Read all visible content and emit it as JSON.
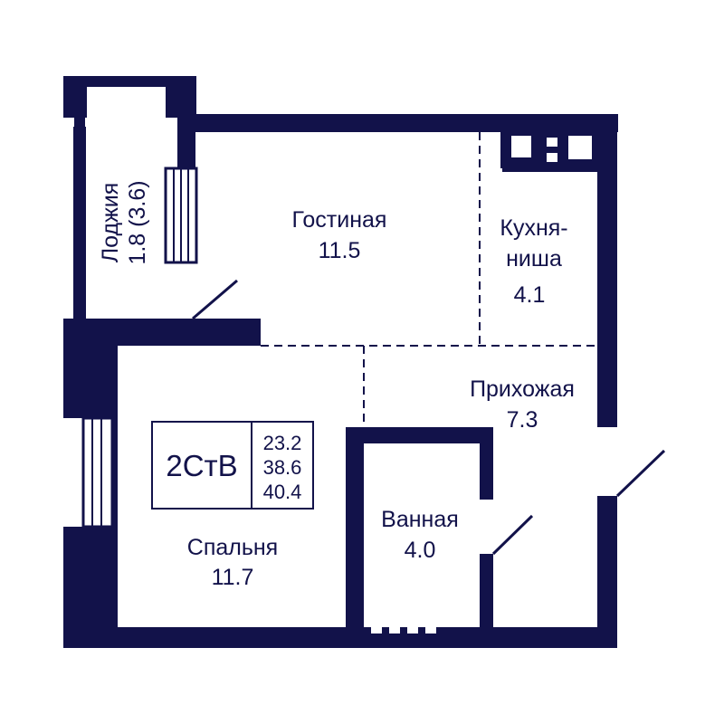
{
  "colors": {
    "wall": "#12124a",
    "background": "#ffffff"
  },
  "rooms": {
    "loggia": {
      "name": "Лоджия",
      "area": "1.8 (3.6)"
    },
    "living": {
      "name": "Гостиная",
      "area": "11.5"
    },
    "kitchen": {
      "name_line1": "Кухня-",
      "name_line2": "ниша",
      "area": "4.1"
    },
    "hallway": {
      "name": "Прихожая",
      "area": "7.3"
    },
    "bathroom": {
      "name": "Ванная",
      "area": "4.0"
    },
    "bedroom": {
      "name": "Спальня",
      "area": "11.7"
    }
  },
  "badge": {
    "code": "2СтВ",
    "areas": [
      "23.2",
      "38.6",
      "40.4"
    ]
  }
}
